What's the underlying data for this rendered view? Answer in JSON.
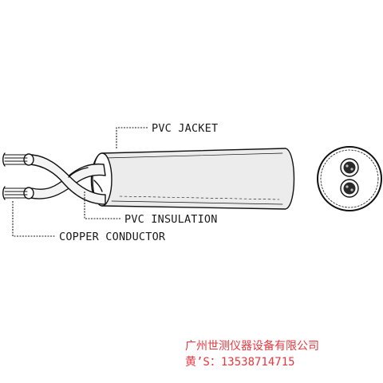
{
  "labels": {
    "jacket": "PVC JACKET",
    "insulation": "PVC INSULATION",
    "conductor": "COPPER CONDUCTOR"
  },
  "watermark": {
    "company": "广州世测仪器设备有限公司",
    "contact": "黄’S：13538714715",
    "color": "#e8373f"
  },
  "colors": {
    "ink": "#111111",
    "jacket": "#ececec"
  }
}
